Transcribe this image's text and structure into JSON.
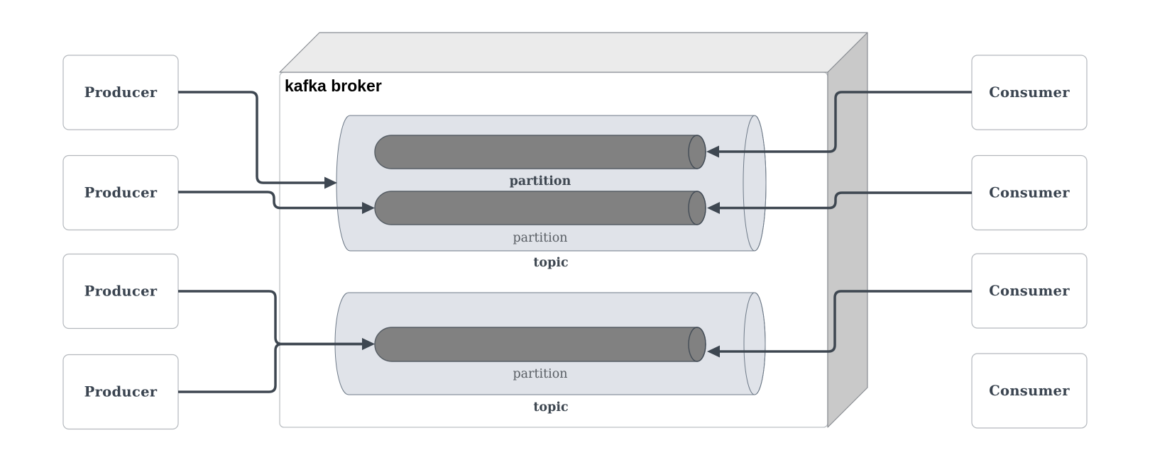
{
  "diagram": {
    "broker": {
      "label": "kafka broker"
    },
    "producers": [
      {
        "label": "Producer"
      },
      {
        "label": "Producer"
      },
      {
        "label": "Producer"
      },
      {
        "label": "Producer"
      }
    ],
    "consumers": [
      {
        "label": "Consumer"
      },
      {
        "label": "Consumer"
      },
      {
        "label": "Consumer"
      },
      {
        "label": "Consumer"
      }
    ],
    "topics": [
      {
        "label": "topic",
        "partitions": [
          {
            "label": "partition",
            "emphasis": "bold"
          },
          {
            "label": "partition",
            "emphasis": "regular"
          }
        ]
      },
      {
        "label": "topic",
        "partitions": [
          {
            "label": "partition",
            "emphasis": "regular"
          }
        ]
      }
    ],
    "connections": [
      {
        "from": "producer-1",
        "to": "topic-1"
      },
      {
        "from": "producer-2",
        "to": "topic-1-partition-2"
      },
      {
        "from": "producer-3",
        "to": "topic-2-partition-1"
      },
      {
        "from": "producer-4",
        "to": "topic-2-partition-1"
      },
      {
        "from": "topic-1-partition-1",
        "to": "consumer-1"
      },
      {
        "from": "topic-1-partition-2",
        "to": "consumer-2"
      },
      {
        "from": "topic-2-partition-1",
        "to": "consumer-3"
      }
    ],
    "colors": {
      "background": "#ffffff",
      "edge": "#3e4751",
      "cube_front_fill": "#ffffff",
      "cube_front_stroke": "#bcc0c4",
      "cube_top_fill": "#ebebeb",
      "cube_side_fill": "#c9c9c9",
      "cube_stroke": "#888c92",
      "topic_fill": "#e0e3e9",
      "topic_stroke": "#6e7a88",
      "partition_fill": "#818181",
      "partition_stroke": "#565d64",
      "partition_rim_stroke": "#434c56",
      "label_dark": "#3d4650",
      "label_gray": "#585d63",
      "node_fill": "#ffffff",
      "node_stroke": "#b4b8bd",
      "node_text": "#3a4450",
      "broker_text": "#000000"
    }
  }
}
